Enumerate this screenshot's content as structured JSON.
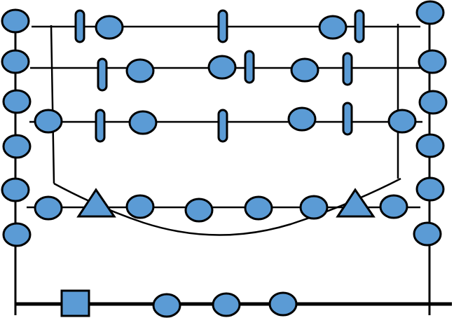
{
  "diagram": {
    "description_text": "",
    "colors": {
      "background": "#ffffff",
      "line": "#000000",
      "fill": "#5b9bd5",
      "outline": "#000000"
    },
    "shape_kinds": [
      "circle",
      "bar",
      "triangle",
      "square"
    ]
  }
}
